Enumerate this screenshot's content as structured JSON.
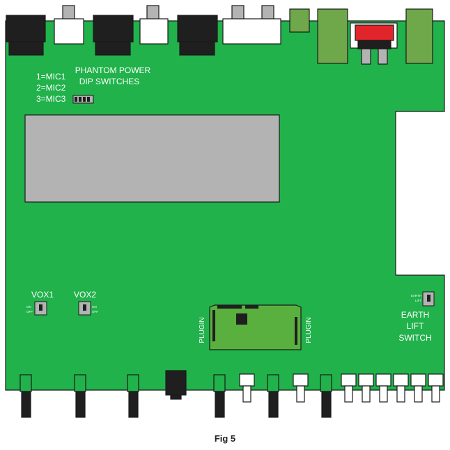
{
  "labels": {
    "mic1": "1=MIC1",
    "mic2": "2=MIC2",
    "mic3": "3=MIC3",
    "phantom_line1": "PHANTOM POWER",
    "phantom_line2": "DIP SWITCHES",
    "vox1": "VOX1",
    "vox2": "VOX2",
    "vox1_on": "ON",
    "vox1_off": "OFF",
    "vox2_on": "ON",
    "vox2_off": "OFF",
    "plugin_left": "PLUGIN",
    "plugin_right": "PLUGIN",
    "earth_small_1": "EARTH",
    "earth_small_2": "LIFT",
    "earth_line1": "EARTH",
    "earth_line2": "LIFT",
    "earth_line3": "SWITCH"
  },
  "caption": "Fig 5",
  "colors": {
    "board": "#21b24b",
    "connector_black": "#1f1f1f",
    "connector_white": "#ffffff",
    "panel_grey": "#b3b3b3",
    "module_green": "#5ab03e",
    "terminal_green": "#6ea84a",
    "switch_red": "#e2252b"
  }
}
